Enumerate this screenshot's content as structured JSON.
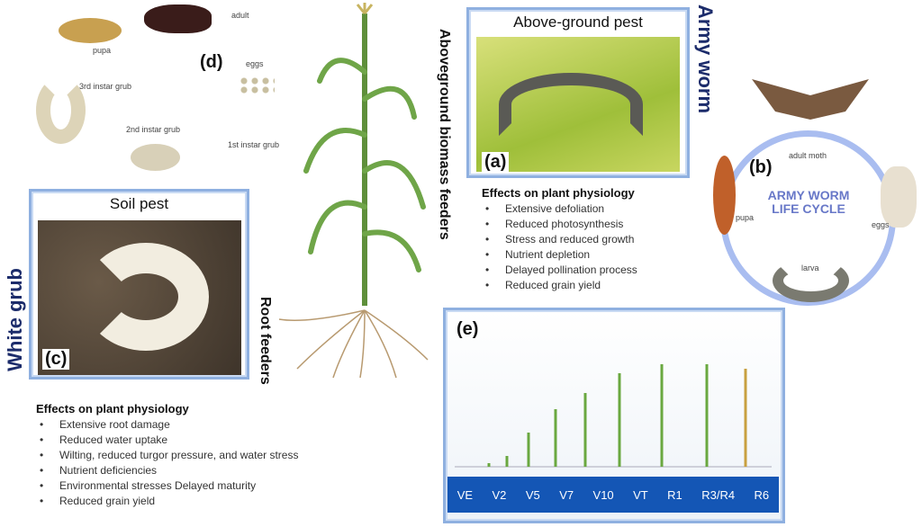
{
  "grub_lifecycle": {
    "tag": "(d)",
    "stages": [
      "adult",
      "eggs",
      "1st instar grub",
      "2nd instar grub",
      "3rd instar grub",
      "pupa"
    ]
  },
  "center": {
    "above_label": "Aboveground biomass feeders",
    "root_label": "Root feeders"
  },
  "army_worm": {
    "side_label": "Army worm",
    "box_title": "Above-ground pest",
    "tag": "(a)",
    "effects_title": "Effects on plant physiology",
    "effects": [
      "Extensive defoliation",
      "Reduced photosynthesis",
      "Stress and reduced growth",
      "Nutrient depletion",
      "Delayed pollination process",
      "Reduced grain yield"
    ],
    "lifecycle": {
      "tag": "(b)",
      "title_line1": "ARMY WORM",
      "title_line2": "LIFE CYCLE",
      "stages": [
        "adult moth",
        "eggs",
        "larva",
        "pupa"
      ]
    }
  },
  "white_grub": {
    "side_label": "White grub",
    "box_title": "Soil pest",
    "tag": "(c)",
    "effects_title": "Effects on plant physiology",
    "effects": [
      "Extensive root damage",
      "Reduced water uptake",
      "Wilting, reduced turgor pressure, and water stress",
      "Nutrient deficiencies",
      "Environmental stresses Delayed maturity",
      "Reduced grain yield"
    ]
  },
  "growth_stages": {
    "tag": "(e)",
    "stages": [
      "VE",
      "V2",
      "V5",
      "V7",
      "V10",
      "VT",
      "R1",
      "R3/R4",
      "R6"
    ]
  },
  "colors": {
    "frame": "#8fb0e0",
    "stage_bar": "#1456b5",
    "navy_text": "#1c2c6b",
    "cycle_ring": "#a9bdf0"
  }
}
